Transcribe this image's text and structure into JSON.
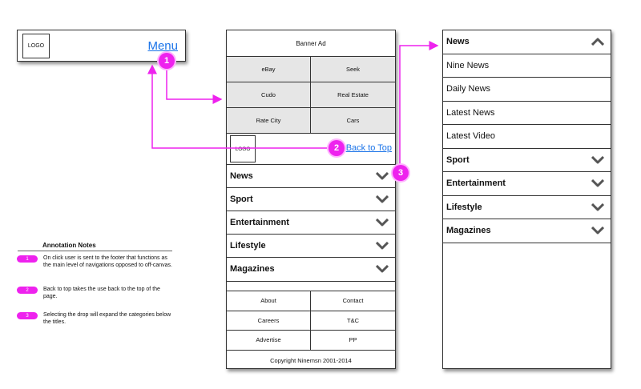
{
  "header": {
    "logo": "LOGO",
    "menu_label": "Menu"
  },
  "middle": {
    "banner_ad": "Banner Ad",
    "partners": [
      "eBay",
      "Seek",
      "Cudo",
      "Real Estate",
      "Rate City",
      "Cars"
    ],
    "footer_logo": "LOGO",
    "back_to_top": "Back to Top",
    "sections": [
      "News",
      "Sport",
      "Entertainment",
      "Lifestyle",
      "Magazines"
    ],
    "footer_links": [
      "About",
      "Contact",
      "Careers",
      "T&C",
      "Advertise",
      "PP"
    ],
    "copyright": "Copyright Ninemsn 2001-2014"
  },
  "right": {
    "expanded_section": "News",
    "sub_items": [
      "Nine News",
      "Daily News",
      "Latest News",
      "Latest Video"
    ],
    "collapsed_sections": [
      "Sport",
      "Entertainment",
      "Lifestyle",
      "Magazines"
    ]
  },
  "badges": [
    "1",
    "2",
    "3"
  ],
  "notes": {
    "title": "Annotation Notes",
    "items": [
      {
        "num": "1",
        "text": "On click user is sent to the footer that functions as the main level of navigations opposed to off-canvas."
      },
      {
        "num": "2",
        "text": "Back to top takes the use back to the top of the page."
      },
      {
        "num": "3",
        "text": "Selecting the drop will expand the categories below the titles."
      }
    ]
  },
  "colors": {
    "annotation": "#ee22ee",
    "link": "#1a73e8",
    "tile_fill": "#e6e6e6"
  },
  "icons": {
    "collapsed": "chevron-down-icon",
    "expanded": "chevron-up-icon"
  }
}
